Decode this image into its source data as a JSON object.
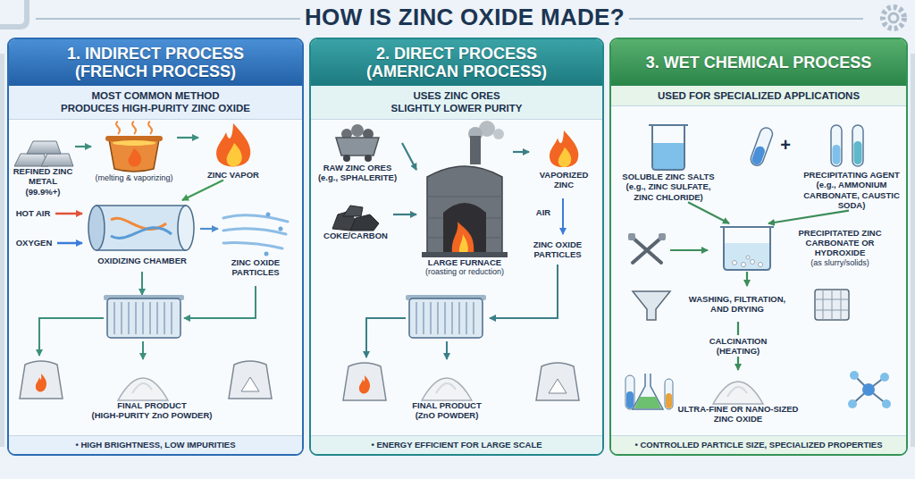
{
  "diagram": {
    "title": "HOW IS ZINC OXIDE MADE?",
    "nodes": [
      {
        "text": [
          "1. INDIRECT PROCESS (FRENCH PROCESS)",
          "MOST COMMON METHOD",
          "PRODUCES HIGH-PURITY ZINC OXIDE",
          "• HIGH BRIGHTNESS, LOW IMPURITIES"
        ]
      },
      {
        "text": [
          "REFINED ZINC METAL (99.9%+)"
        ],
        "in": 0
      },
      {
        "text": [
          "(melting & vaporizing)"
        ],
        "in": 0
      },
      {
        "text": [
          "ZINC VAPOR"
        ],
        "in": 0
      },
      {
        "text": [
          "OXIDIZING CHAMBER"
        ],
        "in": 0
      },
      {
        "text": [
          "ZINC OXIDE PARTICLES"
        ],
        "in": 0
      },
      {
        "text": [
          "FINAL PRODUCT",
          "(HIGH-PURITY ZnO POWDER)"
        ],
        "in": 0
      },
      {
        "text": [
          "2. DIRECT PROCESS (AMERICAN PROCESS)",
          "USES ZINC ORES",
          "SLIGHTLY LOWER PURITY",
          "• ENERGY EFFICIENT FOR LARGE SCALE"
        ]
      },
      {
        "text": [
          "RAW ZINC ORES (e.g., SPHALERITE)"
        ],
        "in": 7
      },
      {
        "text": [
          "COKE/CARBON"
        ],
        "in": 7
      },
      {
        "text": [
          "LARGE FURNACE",
          "(roasting or reduction)"
        ],
        "in": 7
      },
      {
        "text": [
          "VAPORIZED ZINC"
        ],
        "in": 7
      },
      {
        "text": [
          "FINAL PRODUCT",
          "(ZnO POWDER)"
        ],
        "in": 7
      },
      {
        "text": [
          "3. WET CHEMICAL PROCESS",
          "USED FOR SPECIALIZED APPLICATIONS",
          "• CONTROLLED PARTICLE SIZE, SPECIALIZED PROPERTIES"
        ]
      },
      {
        "text": [
          "SOLUBLE ZINC SALTS (e.g., ZINC SULFATE, ZINC CHLORIDE)"
        ],
        "in": 13
      },
      {
        "text": [
          "PRECIPITATING AGENT (e.g., AMMONIUM CARBONATE, CAUSTIC SODA)"
        ],
        "in": 13
      },
      {
        "text": [
          "PRECIPITATED ZINC CARBONATE OR HYDROXIDE",
          "(as slurry/solids)"
        ],
        "in": 13
      },
      {
        "text": [
          "WASHING, FILTRATION, AND DRYING"
        ],
        "in": 13
      },
      {
        "text": [
          "ULTRA-FINE OR NANO-SIZED ZINC OXIDE"
        ],
        "in": 13
      }
    ],
    "edges": [
      {
        "from": 1,
        "to": 2,
        "arrow": "to"
      },
      {
        "from": 2,
        "to": 3,
        "arrow": "to"
      },
      {
        "from": 3,
        "to": 4,
        "arrow": "to"
      },
      {
        "from": 4,
        "to": 5,
        "arrow": "to"
      },
      {
        "from": 8,
        "to": 10,
        "arrow": "to"
      },
      {
        "from": 9,
        "to": 10,
        "arrow": "to"
      },
      {
        "from": 10,
        "to": 11,
        "arrow": "to"
      },
      {
        "from": 14,
        "to": 16,
        "arrow": "to"
      },
      {
        "from": 15,
        "to": 16,
        "arrow": "to"
      },
      {
        "from": 16,
        "to": 17,
        "arrow": "to"
      },
      {
        "from": 17,
        "to": 18,
        "label": "CALCINATION (HEATING)",
        "arrow": "to"
      }
    ],
    "labels": [
      "HOT AIR",
      "OXYGEN",
      "AIR",
      "ZINC OXIDE PARTICLES",
      "+"
    ]
  }
}
